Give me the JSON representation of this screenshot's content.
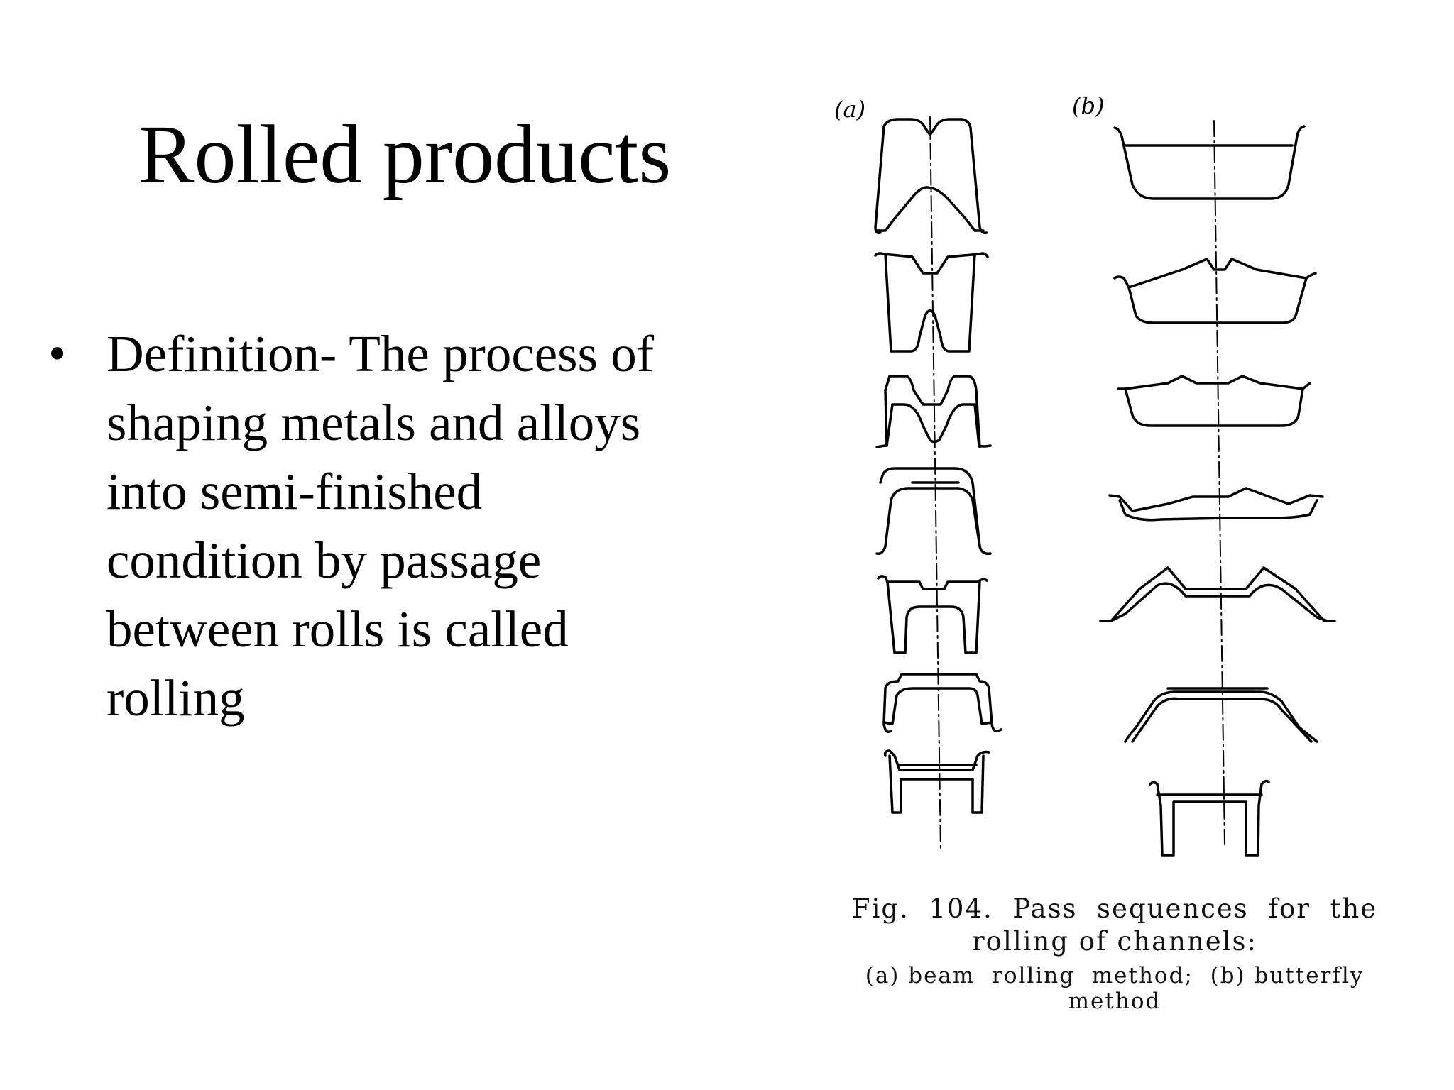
{
  "slide": {
    "title": "Rolled products",
    "bullet_symbol": "•",
    "bullet_text": "Definition- The process of\nshaping metals and alloys\ninto semi-finished\ncondition by passage\nbetween rolls is called\nrolling"
  },
  "figure": {
    "label_a": "(a)",
    "label_b": "(b)",
    "caption": {
      "line1": "Fig.  104.  Pass  sequences  for  the",
      "line2": "rolling of channels:",
      "line3": "(a) beam  rolling  method;  (b) butterfly",
      "line4": "method"
    }
  }
}
